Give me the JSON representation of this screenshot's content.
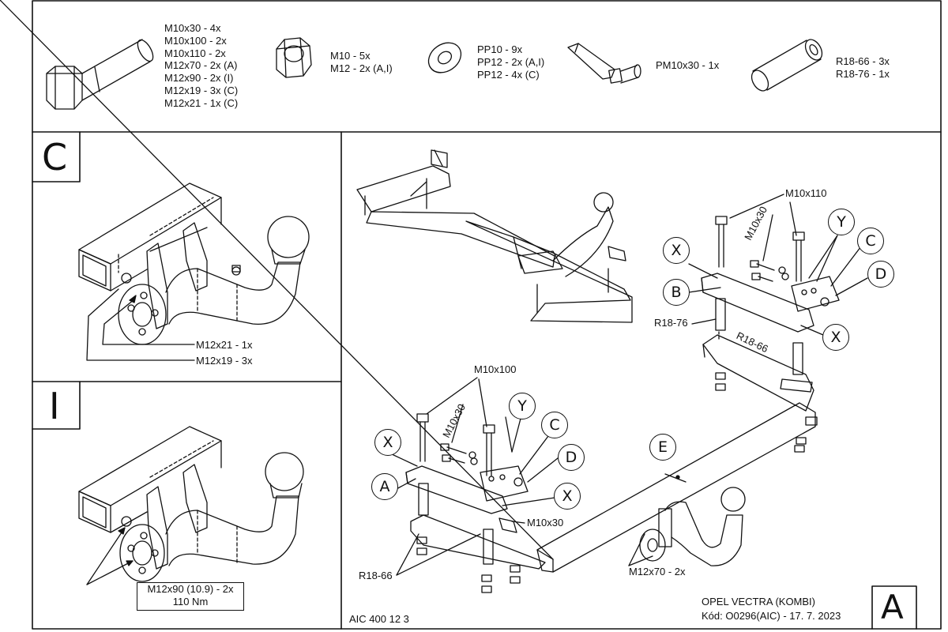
{
  "parts": {
    "bolts": [
      "M10x30 - 4x",
      "M10x100 - 2x",
      "M10x110 - 2x",
      "M12x70 - 2x (A)",
      "M12x90 - 2x (I)",
      "M12x19 - 3x (C)",
      "M12x21 - 1x (C)"
    ],
    "nuts": [
      "M10 - 5x",
      "M12 - 2x (A,I)"
    ],
    "washers": [
      "PP10 - 9x",
      "PP12 - 2x (A,I)",
      "PP12 - 4x (C)"
    ],
    "bracket": "PM10x30 - 1x",
    "spacers": [
      "R18-66 - 3x",
      "R18-76 - 1x"
    ]
  },
  "panel_c": {
    "letter": "C",
    "label_1": "M12x21 - 1x",
    "label_2": "M12x19 - 3x"
  },
  "panel_i": {
    "letter": "I",
    "torque_line_1": "M12x90 (10.9) - 2x",
    "torque_line_2": "110 Nm"
  },
  "main": {
    "letter": "A",
    "right_bolt_top": "M10x110",
    "right_bolt_angled": "M10x30",
    "left_bolt_top": "M10x100",
    "left_bolt_angled": "M10x30",
    "left_bracket_bolt": "M10x30",
    "spacer_right_1": "R18-76",
    "spacer_right_2": "R18-66",
    "spacer_left": "R18-66",
    "ball_bolt": "M12x70 - 2x",
    "callouts": {
      "x": "X",
      "y": "Y",
      "c": "C",
      "d": "D",
      "b": "B",
      "a": "A",
      "e": "E"
    }
  },
  "footer": {
    "code": "AIC 400 12 3",
    "vehicle": "OPEL VECTRA (KOMBI)",
    "kod": "Kód: O0296(AIC) - 17. 7. 2023"
  },
  "colors": {
    "line": "#111111",
    "background": "#ffffff"
  }
}
